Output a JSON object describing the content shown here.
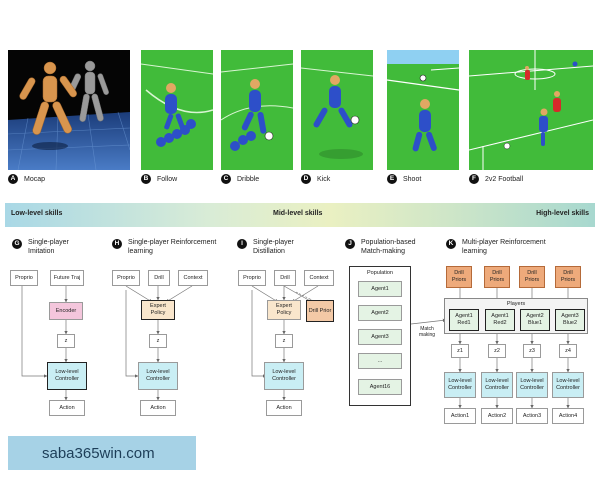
{
  "panels": [
    {
      "letter": "A",
      "caption": "Mocap",
      "scene": "mocap"
    },
    {
      "letter": "B",
      "caption": "Follow",
      "scene": "field"
    },
    {
      "letter": "C",
      "caption": "Dribble",
      "scene": "field"
    },
    {
      "letter": "D",
      "caption": "Kick",
      "scene": "field"
    },
    {
      "letter": "E",
      "caption": "Shoot",
      "scene": "field"
    },
    {
      "letter": "F",
      "caption": "2v2 Football",
      "scene": "field"
    }
  ],
  "skills_band": {
    "low": "Low-level skills",
    "mid": "Mid-level skills",
    "high": "High-level skills"
  },
  "sections": [
    {
      "letter": "G",
      "title": "Single-player Imitation"
    },
    {
      "letter": "H",
      "title": "Single-player Reinforcement learning"
    },
    {
      "letter": "I",
      "title": "Single-player Distillation"
    },
    {
      "letter": "J",
      "title": "Population-based Match-making"
    },
    {
      "letter": "K",
      "title": "Multi-player Reinforcement learning"
    }
  ],
  "diagram_g": {
    "proprio": "Proprio",
    "future": "Future Traj",
    "encoder": "Encoder",
    "z": "z",
    "controller": "Low-level Controller",
    "action": "Action"
  },
  "diagram_h": {
    "proprio": "Proprio",
    "drill": "Drill",
    "context": "Context",
    "expert": "Expert Policy",
    "z": "z",
    "controller": "Low-level Controller",
    "action": "Action"
  },
  "diagram_i": {
    "proprio": "Proprio",
    "drill": "Drill",
    "context": "Context",
    "expert": "Expert Policy",
    "prior": "Drill Prior",
    "z": "z",
    "controller": "Low-level Controller",
    "action": "Action"
  },
  "diagram_j": {
    "population": "Population",
    "agents": [
      "Agent1",
      "Agent2",
      "Agent3",
      "...",
      "Agent16"
    ],
    "matchmaking": "Match making"
  },
  "diagram_k": {
    "drill_priors": "Drill Priors",
    "players": "Players",
    "agents": [
      "Agent1 Red1",
      "Agent1 Red2",
      "Agent2 Blue1",
      "Agent3 Blue2"
    ],
    "z": [
      "z1",
      "z2",
      "z3",
      "z4"
    ],
    "controller": "Low-level Controller",
    "actions": [
      "Action1",
      "Action2",
      "Action3",
      "Action4"
    ]
  },
  "colors": {
    "encoder": "#f4c6dc",
    "expert": "#f9e6cc",
    "prior": "#f3c9a6",
    "controller": "#c9eef4",
    "agent": "#e4f3e4",
    "drill": "#eeaa7b",
    "field": "#3fb83c",
    "mocap_bg": "#0a0a0a"
  },
  "watermark": "saba365win.com"
}
